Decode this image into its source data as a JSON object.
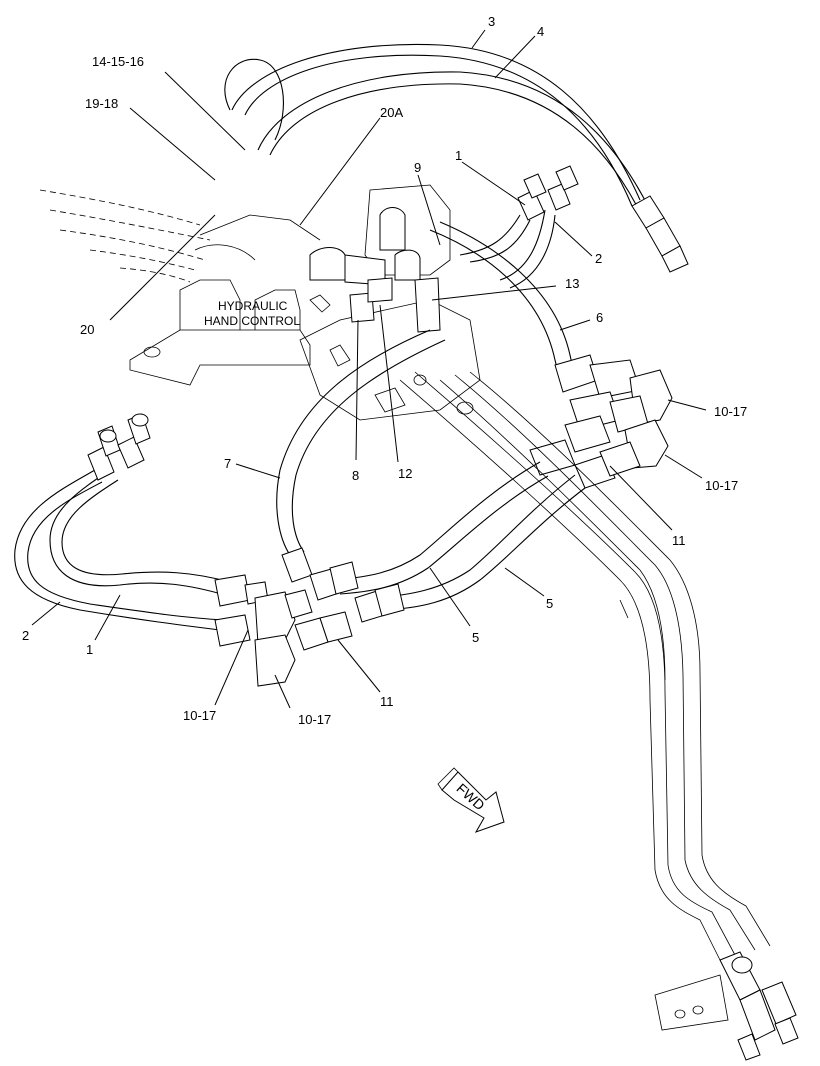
{
  "callouts": {
    "c3": "3",
    "c4": "4",
    "c14_15_16": "14-15-16",
    "c19_18": "19-18",
    "c20A": "20A",
    "c9": "9",
    "c1_top": "1",
    "c2_top": "2",
    "c13": "13",
    "c6": "6",
    "c20": "20",
    "c10_17_a": "10-17",
    "c10_17_b": "10-17",
    "c7": "7",
    "c8": "8",
    "c12": "12",
    "c11_right": "11",
    "c5_right": "5",
    "c5_mid": "5",
    "c2_left": "2",
    "c1_left": "1",
    "c11_bottom": "11",
    "c10_17_c": "10-17",
    "c10_17_d": "10-17"
  },
  "annotation": {
    "line1": "HYDRAULIC",
    "line2": "HAND CONTROL"
  },
  "direction": {
    "arrow_label": "FWD"
  }
}
